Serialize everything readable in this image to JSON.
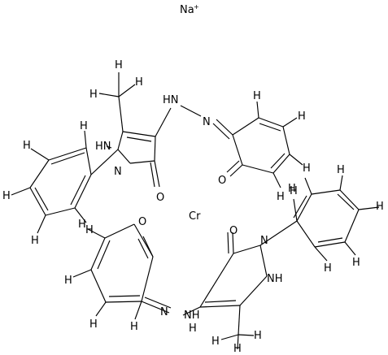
{
  "molecule": {
    "ion_label": "Na",
    "ion_charge": "+",
    "metal_label": "Cr",
    "atoms": {
      "carbonyl_oxygen": "O",
      "hydrogen": "H",
      "nitrogen": "N",
      "amine": "NH",
      "amine_h_first": "HN",
      "nh_short": "H"
    }
  }
}
